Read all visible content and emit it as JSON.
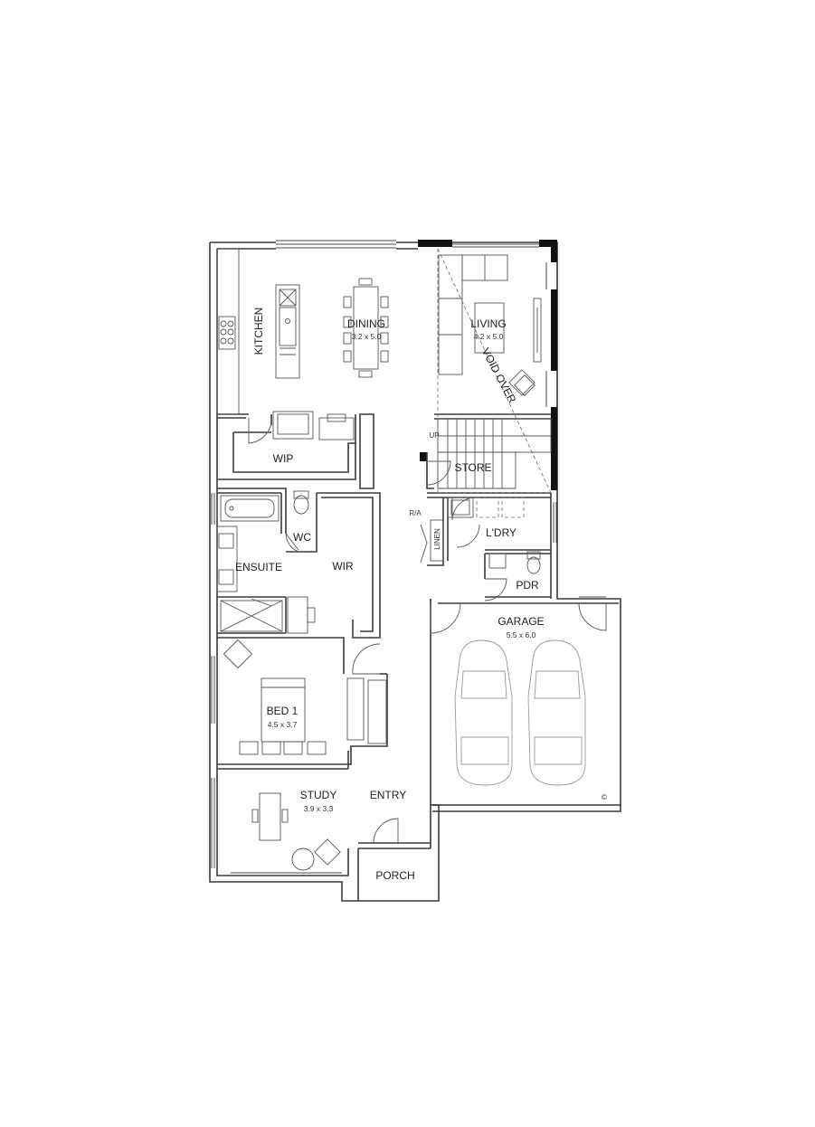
{
  "rooms": {
    "kitchen": {
      "label": "KITCHEN"
    },
    "dining": {
      "label": "DINING",
      "size": "3.2 x 5.0"
    },
    "living": {
      "label": "LIVING",
      "size": "4.2 x 5.0"
    },
    "void": {
      "label": "VOID OVER"
    },
    "wip": {
      "label": "WIP"
    },
    "store": {
      "label": "STORE"
    },
    "wc": {
      "label": "WC"
    },
    "ensuite": {
      "label": "ENSUITE"
    },
    "wir": {
      "label": "WIR"
    },
    "linen": {
      "label": "LINEN"
    },
    "ldry": {
      "label": "L'DRY"
    },
    "pdr": {
      "label": "PDR"
    },
    "garage": {
      "label": "GARAGE",
      "size": "5.5 x 6.0"
    },
    "bed1": {
      "label": "BED 1",
      "size": "4.5 x 3.7"
    },
    "study": {
      "label": "STUDY",
      "size": "3.9 x 3.3"
    },
    "entry": {
      "label": "ENTRY"
    },
    "porch": {
      "label": "PORCH"
    }
  },
  "annotations": {
    "ra": "R/A",
    "up": "UP",
    "copyright": "©"
  }
}
